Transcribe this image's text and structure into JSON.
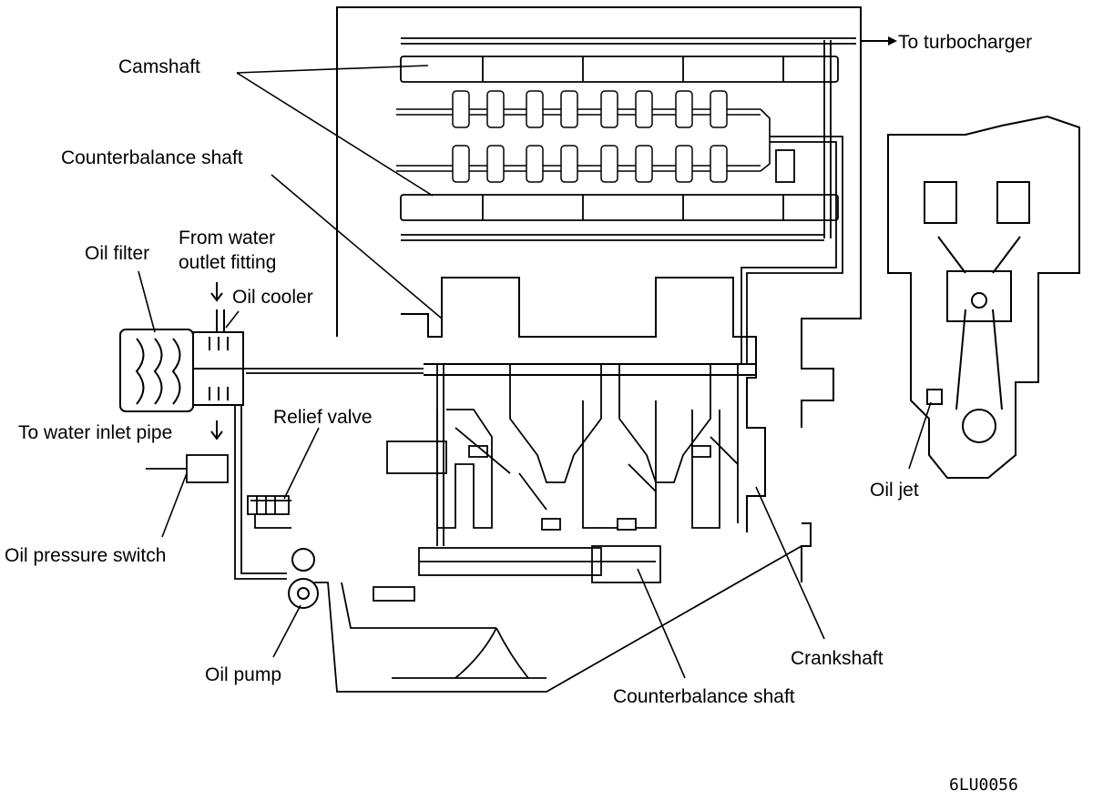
{
  "labels": {
    "to_turbocharger": "To turbocharger",
    "camshaft": "Camshaft",
    "counterbalance_top": "Counterbalance shaft",
    "from_water_line1": "From water",
    "from_water_line2": "outlet fitting",
    "oil_filter": "Oil filter",
    "oil_cooler": "Oil cooler",
    "relief_valve": "Relief valve",
    "to_water_inlet": "To water inlet pipe",
    "oil_pressure_switch": "Oil pressure switch",
    "oil_pump": "Oil pump",
    "crankshaft": "Crankshaft",
    "counterbalance_bottom": "Counterbalance shaft",
    "oil_jet": "Oil jet",
    "figure_code": "6LU0056"
  }
}
